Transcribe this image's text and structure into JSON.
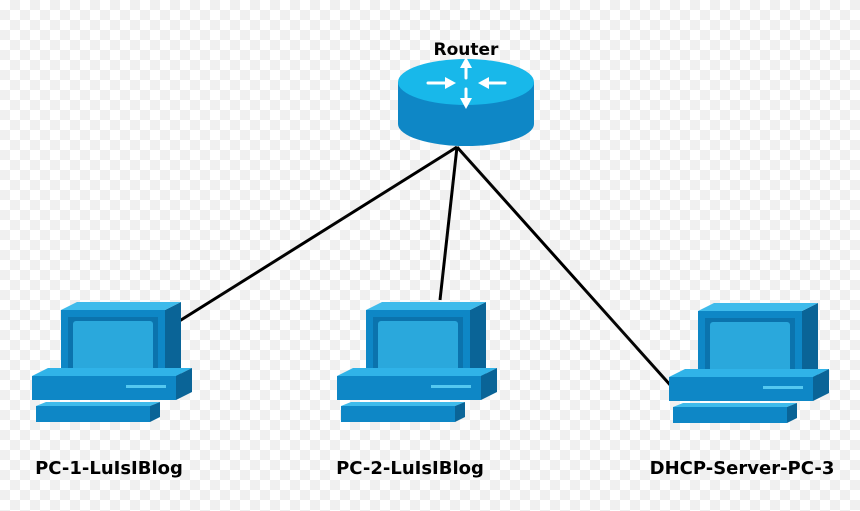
{
  "router": {
    "label": "Router",
    "icon": "router-icon"
  },
  "pcs": [
    {
      "label": "PC-1-LuIsIBlog",
      "icon": "computer-icon"
    },
    {
      "label": "PC-2-LuIsIBlog",
      "icon": "computer-icon"
    },
    {
      "label": "DHCP-Server-PC-3",
      "icon": "computer-icon"
    }
  ],
  "links": [
    {
      "from": "Router",
      "to": "PC-1-LuIsIBlog"
    },
    {
      "from": "Router",
      "to": "PC-2-LuIsIBlog"
    },
    {
      "from": "Router",
      "to": "DHCP-Server-PC-3"
    }
  ],
  "colors": {
    "device_blue": "#0e87c6",
    "device_light": "#32b5ea",
    "device_dark": "#0a6497",
    "router_top": "#18b8ea",
    "link": "#000000"
  }
}
